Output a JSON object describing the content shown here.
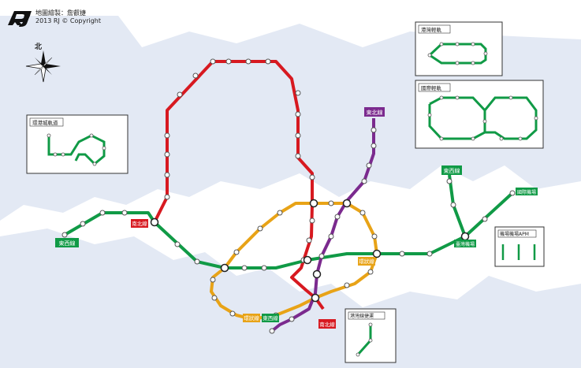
{
  "header": {
    "line1": "地圖繪製：詹叡捷",
    "line2": "2013 RJ © Copyright"
  },
  "compass": {
    "label": "北"
  },
  "colors": {
    "red": "#d71920",
    "green": "#109a46",
    "orange": "#e8a317",
    "purple": "#7b2a8e",
    "land_bg": "#e3e9f4",
    "panel_border": "#333333"
  },
  "labels": {
    "east_west_main": "東西線",
    "east_west_east": "東西線",
    "east_west_sub": "東西線",
    "northeast": "東北線",
    "south_north_top": "南北線",
    "south_north_bottom": "南北線",
    "ring_left": "環狀線",
    "ring_right": "環狀線",
    "airport_term": "臺灣機場",
    "airport_term2": "國際機場"
  },
  "insets": {
    "lrt_west": {
      "title": "環港城軌道"
    },
    "lrt_north": {
      "title": "港灣輕軌"
    },
    "lrt_east": {
      "title": "國際輕軌"
    },
    "apm": {
      "title": "機場機場APM"
    },
    "shuttle": {
      "title": "港灣線捷運"
    }
  }
}
